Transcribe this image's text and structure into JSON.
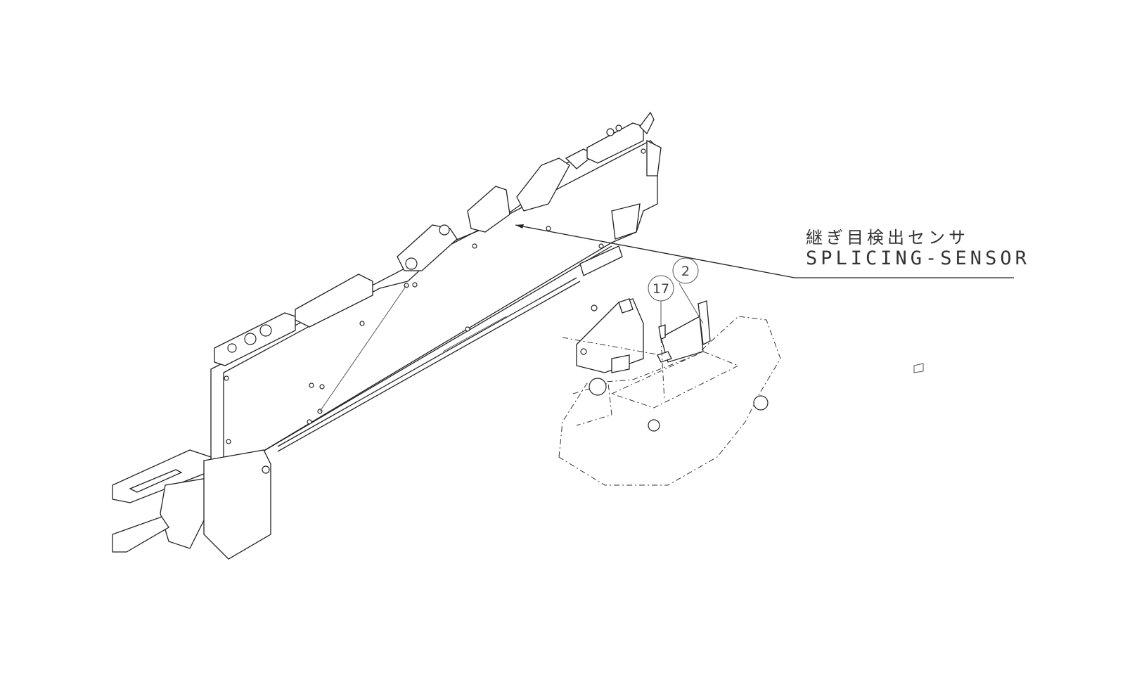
{
  "callout": {
    "japanese": "継ぎ目検出センサ",
    "english": "SPLICING-SENSOR"
  },
  "part_numbers": [
    "17",
    "2"
  ]
}
